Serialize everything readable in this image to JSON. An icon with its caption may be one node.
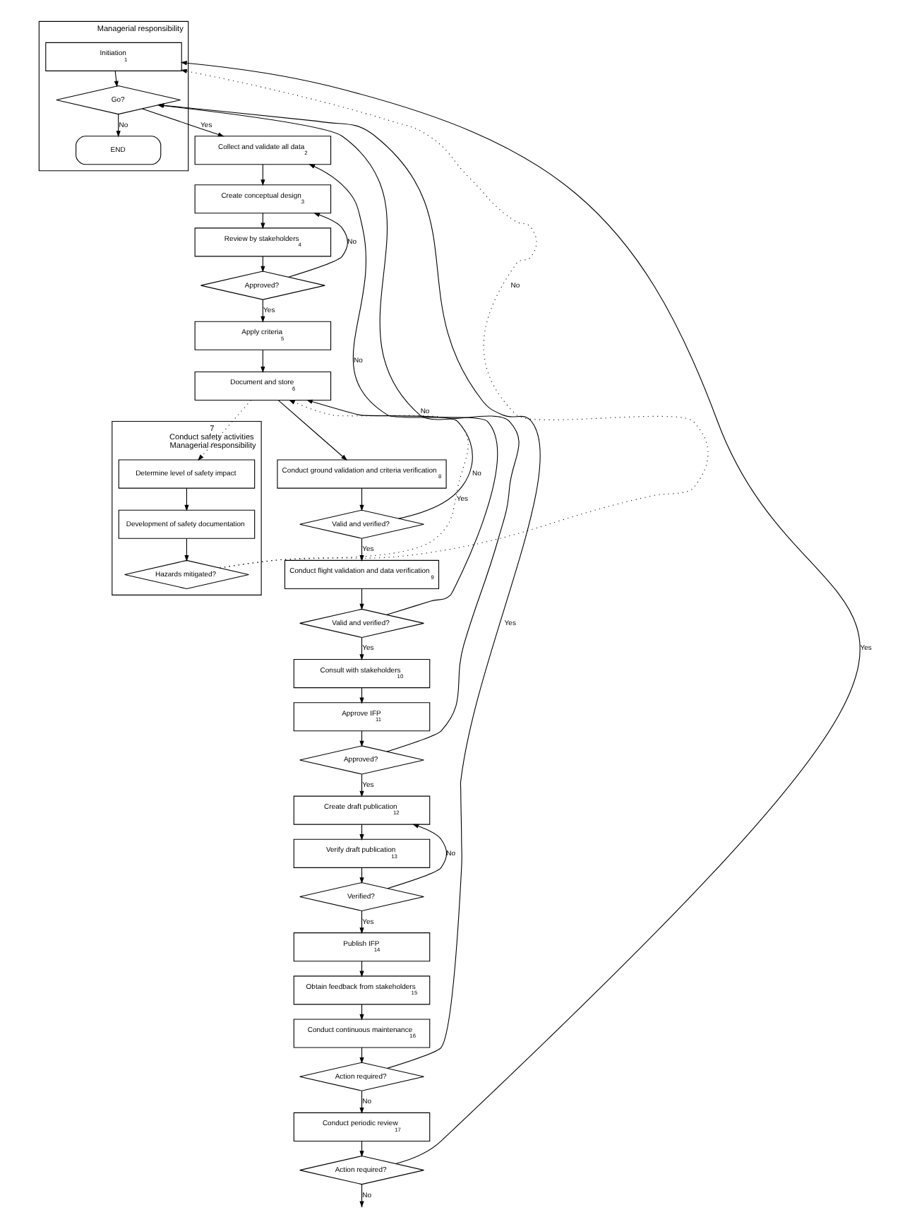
{
  "diagram": {
    "nodes": [
      {
        "text": [
          "Managerial responsibility"
        ]
      },
      {
        "text": [
          "Initiation",
          "1"
        ],
        "in": 0
      },
      {
        "text": [
          "Go?"
        ],
        "in": 0
      },
      {
        "text": [
          "END"
        ],
        "in": 0
      },
      {
        "text": [
          "Collect and validate all data",
          "2"
        ]
      },
      {
        "text": [
          "Create conceptual design",
          "3"
        ]
      },
      {
        "text": [
          "Review by stakeholders",
          "4"
        ]
      },
      {
        "text": [
          "Approved?"
        ]
      },
      {
        "text": [
          "Apply criteria",
          "5"
        ]
      },
      {
        "text": [
          "Document and store",
          "6"
        ]
      },
      {
        "text": [
          "7",
          "Conduct safety activities",
          "Managerial responsibility"
        ]
      },
      {
        "text": [
          "Determine level of safety impact"
        ],
        "in": 10
      },
      {
        "text": [
          "Development of safety documentation"
        ],
        "in": 10
      },
      {
        "text": [
          "Hazards mitigated?"
        ],
        "in": 10
      },
      {
        "text": [
          "Conduct ground validation and criteria verification",
          "8"
        ]
      },
      {
        "text": [
          "Valid and verified?"
        ]
      },
      {
        "text": [
          "Conduct flight validation and data verification",
          "9"
        ]
      },
      {
        "text": [
          "Valid and verified?"
        ]
      },
      {
        "text": [
          "Consult with stakeholders",
          "10"
        ]
      },
      {
        "text": [
          "Approve IFP",
          "11"
        ]
      },
      {
        "text": [
          "Approved?"
        ]
      },
      {
        "text": [
          "Create draft publication",
          "12"
        ]
      },
      {
        "text": [
          "Verify draft publication",
          "13"
        ]
      },
      {
        "text": [
          "Verified?"
        ]
      },
      {
        "text": [
          "Publish IFP",
          "14"
        ]
      },
      {
        "text": [
          "Obtain feedback from stakeholders",
          "15"
        ]
      },
      {
        "text": [
          "Conduct continuous maintenance",
          "16"
        ]
      },
      {
        "text": [
          "Action required?"
        ]
      },
      {
        "text": [
          "Conduct periodic review",
          "17"
        ]
      },
      {
        "text": [
          "Action required?"
        ]
      }
    ],
    "edges": [
      {
        "from": 1,
        "to": 2,
        "arrow": "to"
      },
      {
        "from": 2,
        "to": 3,
        "arrow": "to",
        "label": "No"
      },
      {
        "from": 2,
        "to": 4,
        "arrow": "to",
        "label": "Yes"
      },
      {
        "from": 4,
        "to": 5,
        "arrow": "to"
      },
      {
        "from": 5,
        "to": 6,
        "arrow": "to"
      },
      {
        "from": 6,
        "to": 7,
        "arrow": "to"
      },
      {
        "from": 7,
        "to": 5,
        "arrow": "to",
        "label": "No"
      },
      {
        "from": 7,
        "to": 8,
        "arrow": "to",
        "label": "Yes"
      },
      {
        "from": 8,
        "to": 9,
        "arrow": "to"
      },
      {
        "from": 9,
        "to": 11,
        "arrow": "to",
        "style": "dashed"
      },
      {
        "from": 11,
        "to": 12,
        "arrow": "to"
      },
      {
        "from": 12,
        "to": 13,
        "arrow": "to"
      },
      {
        "from": 13,
        "to": 9,
        "arrow": "to",
        "label": "Yes",
        "style": "dashed"
      },
      {
        "from": 13,
        "to": 1,
        "arrow": "to",
        "label": "No",
        "style": "dashed"
      },
      {
        "from": 9,
        "to": 14,
        "arrow": "to"
      },
      {
        "from": 14,
        "to": 15,
        "arrow": "to"
      },
      {
        "from": 15,
        "to": 16,
        "arrow": "to",
        "label": "Yes"
      },
      {
        "from": 15,
        "to": 9,
        "arrow": "to",
        "label": "No"
      },
      {
        "from": 16,
        "to": 17,
        "arrow": "to"
      },
      {
        "from": 17,
        "to": 18,
        "arrow": "to",
        "label": "Yes"
      },
      {
        "from": 17,
        "to": 4,
        "arrow": "to",
        "label": "No"
      },
      {
        "from": 18,
        "to": 19,
        "arrow": "to"
      },
      {
        "from": 19,
        "to": 20,
        "arrow": "to"
      },
      {
        "from": 20,
        "to": 21,
        "arrow": "to",
        "label": "Yes"
      },
      {
        "from": 20,
        "to": 2,
        "arrow": "to",
        "label": "No"
      },
      {
        "from": 21,
        "to": 22,
        "arrow": "to"
      },
      {
        "from": 22,
        "to": 23,
        "arrow": "to"
      },
      {
        "from": 23,
        "to": 24,
        "arrow": "to",
        "label": "Yes"
      },
      {
        "from": 23,
        "to": 21,
        "arrow": "to",
        "label": "No"
      },
      {
        "from": 24,
        "to": 25,
        "arrow": "to"
      },
      {
        "from": 25,
        "to": 26,
        "arrow": "to"
      },
      {
        "from": 26,
        "to": 27,
        "arrow": "to"
      },
      {
        "from": 27,
        "to": 28,
        "arrow": "to",
        "label": "No"
      },
      {
        "from": 27,
        "to": 2,
        "arrow": "to",
        "label": "Yes"
      },
      {
        "from": 28,
        "to": 29,
        "arrow": "to"
      },
      {
        "from": 29,
        "to": 1,
        "arrow": "to",
        "label": "Yes"
      },
      {
        "from": 29,
        "to": null,
        "arrow": "to",
        "label": "No"
      }
    ]
  }
}
